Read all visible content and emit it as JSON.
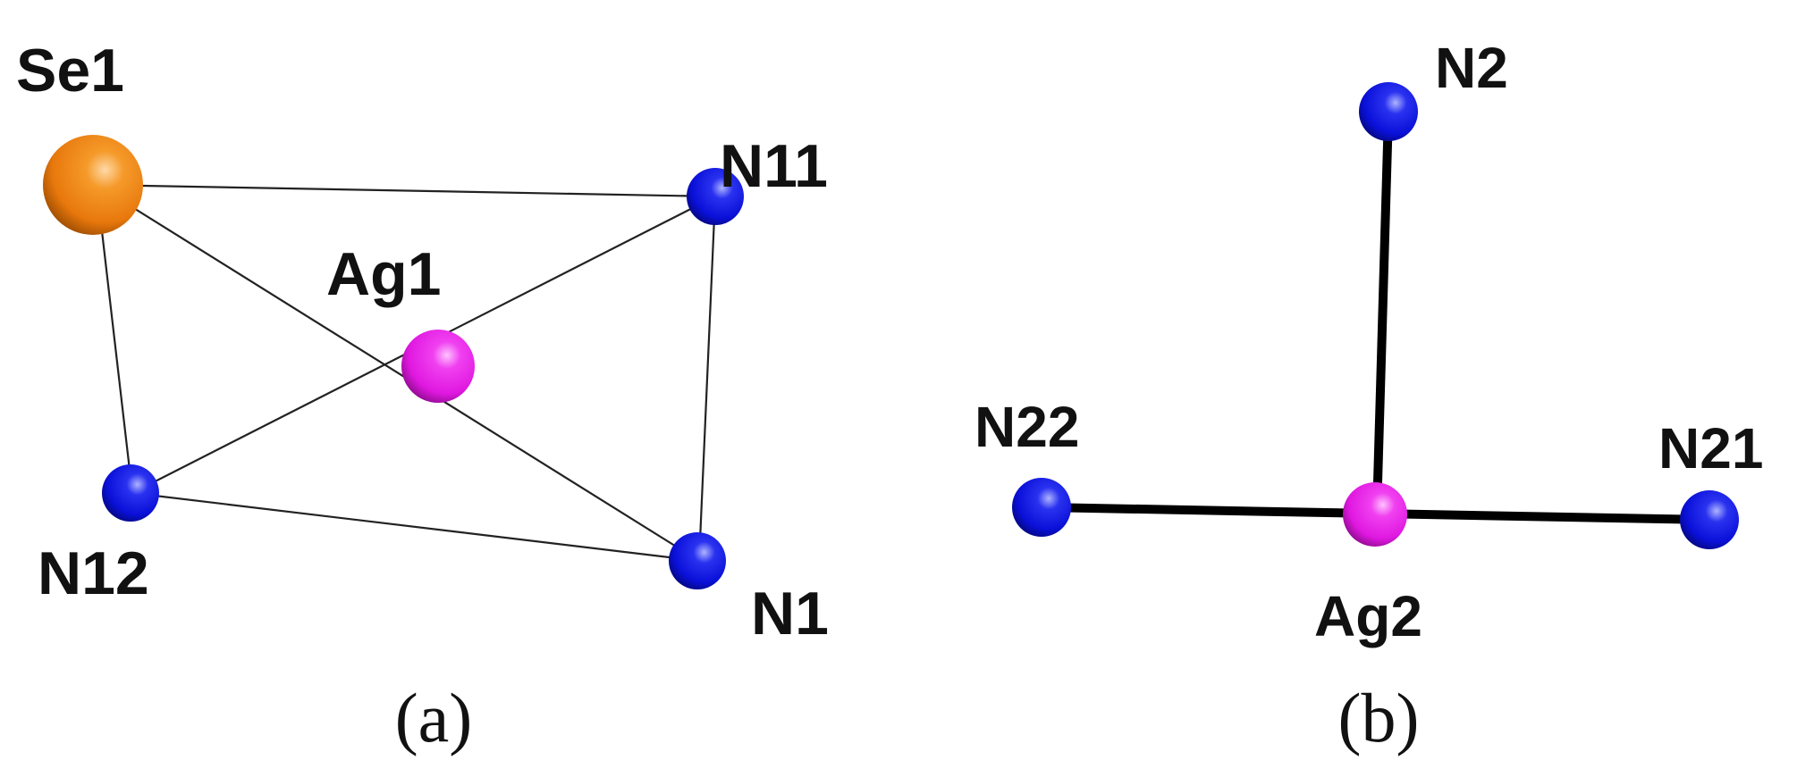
{
  "colors": {
    "selenium": "#e8780c",
    "nitrogen": "#0a10d8",
    "silver": "#e018e0",
    "bond": "#000000",
    "background": "#ffffff"
  },
  "panel_a": {
    "caption": "(a)",
    "atoms": {
      "se1": "Se1",
      "ag1": "Ag1",
      "n11": "N11",
      "n12": "N12",
      "n1": "N1"
    }
  },
  "panel_b": {
    "caption": "(b)",
    "atoms": {
      "n2": "N2",
      "n22": "N22",
      "n21": "N21",
      "ag2": "Ag2"
    }
  }
}
